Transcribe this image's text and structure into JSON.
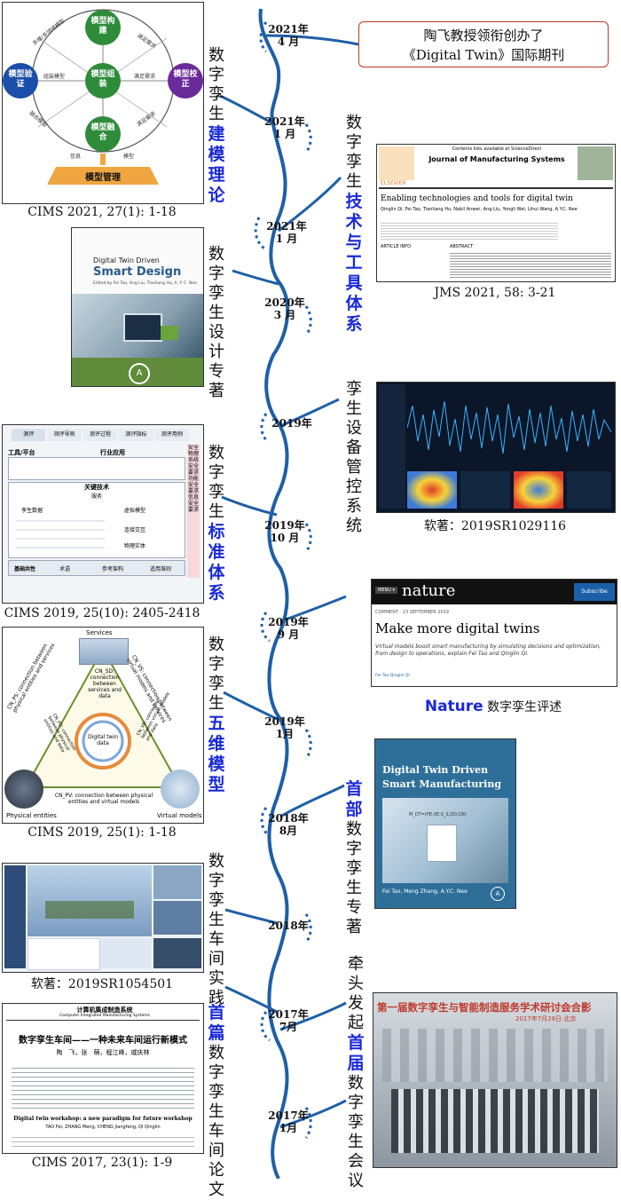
{
  "timeline": {
    "dates": [
      {
        "year": "2021年",
        "month": "4 月"
      },
      {
        "year": "2021年",
        "month": "1 月"
      },
      {
        "year": "2021年",
        "month": "1 月"
      },
      {
        "year": "2020年",
        "month": "3 月"
      },
      {
        "year": "2019年",
        "month": ""
      },
      {
        "year": "2019年",
        "month": "10 月"
      },
      {
        "year": "2019年",
        "month": "9 月"
      },
      {
        "year": "2019年",
        "month": "1月"
      },
      {
        "year": "2018年",
        "month": "8月"
      },
      {
        "year": "2018年",
        "month": ""
      },
      {
        "year": "2017年",
        "month": "7月"
      },
      {
        "year": "2017年",
        "month": "1月"
      }
    ]
  },
  "left": {
    "modeling": {
      "label_pre": "数字孪生",
      "label_hl": "建模理论",
      "caption": "CIMS 2021, 27(1): 1-18",
      "nodes": {
        "build": "模型构建",
        "verify": "模型验证",
        "correct": "模型校正",
        "assemble": "模型组装",
        "fuse": "模型融合",
        "manage": "模型管理"
      },
      "edges": {
        "e1": "多维/多领域模型",
        "e2": "满足需求",
        "e3": "组装模型",
        "e4": "满足需求",
        "e5": "融合模型",
        "e6": "满足需求",
        "e7": "信息",
        "e8": "模型"
      }
    },
    "design_book": {
      "title_line1": "Digital Twin Driven",
      "title_line2": "Smart Design",
      "authors": "Edited by Fei Tao, Ang Liu, Tianliang Hu, A. Y. C. Nee",
      "label": "数字孪生设计专著"
    },
    "standard": {
      "label_pre": "数字孪生",
      "label_hl": "标准体系",
      "caption": "CIMS 2019, 25(10): 2405-2418",
      "top_tabs": [
        "测评",
        "测评导则",
        "测评过程",
        "测评指标",
        "测评用例"
      ],
      "side_col": "安全 物理系统安全要求 功能安全要求 信息安全要求",
      "tools": "工具/平台",
      "industry": "行业应用",
      "service": "服务",
      "key_tech": "关键技术",
      "twin_data": "孪生数据",
      "twin_model": "虚拟模型",
      "connect": "连接交互",
      "physical": "物理实体",
      "basic": "基础共性",
      "basic_items": [
        "术语",
        "参考架构",
        "适用准则"
      ]
    },
    "five_dim": {
      "label_pre": "数字孪生",
      "label_hl": "五维模型",
      "caption": "CIMS 2019, 25(1): 1-18",
      "services": "Services",
      "center": "Digital twin data",
      "cn_sd": "CN_SD: connection between services and data",
      "cn_ps": "CN_PS: connection between physical entities and services",
      "cn_vs": "CN_VS: connection between virtual models and services",
      "cn_pd": "CN_PD: connection between physical entities and data",
      "cn_vd": "CN_VD: connection between virtual models and data",
      "cn_pv": "CN_PV: connection between physical entities and virtual models",
      "physical": "Physical entities",
      "virtual": "Virtual models"
    },
    "workshop": {
      "label": "数字孪生车间实践",
      "caption": "软著：2019SR1054501"
    },
    "paper": {
      "label_hl": "首篇",
      "label_rest": "数字孪生车间论文",
      "caption": "CIMS 2017, 23(1): 1-9",
      "journal": "计算机集成制造系统",
      "journal_en": "Computer Integrated Manufacturing Systems",
      "title_cn": "数字孪生车间——一种未来车间运行新模式",
      "authors_cn": "陶　飞，张　萌，程江峰，戚庆林",
      "title_en": "Digital twin workshop: a new paradigm for future workshop",
      "authors_en": "TAO Fei, ZHANG Meng, CHENG Jiangfeng, QI Qinglin"
    }
  },
  "right": {
    "journal_box": {
      "line1": "陶飞教授领衔创办了",
      "line2": "《Digital Twin》国际期刊"
    },
    "tech": {
      "label_pre": "数字孪生",
      "label_hl": "技术与工具体系",
      "caption": "JMS 2021, 58: 3-21",
      "journal_header": "Contents lists available at ScienceDirect",
      "journal_name": "Journal of Manufacturing Systems",
      "publisher": "ELSEVIER",
      "paper_title": "Enabling technologies and tools for digital twin",
      "paper_authors": "Qinglin Qi, Fei Tao, Tianliang Hu, Nabil Anwer, Ang Liu, Yongli Wei, Lihui Wang, A.Y.C. Nee",
      "art_info": "ARTICLE INFO",
      "abstract": "ABSTRACT"
    },
    "monitoring": {
      "label": "孪生设备管控系统",
      "caption": "软著：2019SR1029116"
    },
    "nature": {
      "brand": "nature",
      "menu": "MENU ▾",
      "subscribe": "Subscribe",
      "meta": "COMMENT · 23 SEPTEMBER 2019",
      "headline": "Make more digital twins",
      "standfirst": "Virtual models boost smart manufacturing by simulating decisions and optimization, from design to operations, explain Fei Tao and Qinglin Qi.",
      "authors": "Fei Tao  Qinglin Qi",
      "caption_hl": "Nature",
      "caption_rest": "数字孪生评述"
    },
    "mfg_book": {
      "title_line1": "Digital Twin Driven",
      "title_line2": "Smart Manufacturing",
      "authors": "Fei Tao, Meng Zhang, A.Y.C. Nee",
      "formula": "M_DT=(PE,VE,S_S,DD,CN)",
      "label_hl": "首部",
      "label_rest": "数字孪生专著"
    },
    "conference": {
      "label_pre": "牵头发起",
      "label_hl": "首届",
      "label_rest": "数字孪生会议",
      "banner": "第一届数字孪生与智能制造服务学术研讨会合影",
      "date": "2017年7月26日·北京"
    }
  },
  "colors": {
    "timeline": "#1f5fa8",
    "highlight": "#1a2ad6",
    "verify": "#1a4ea8",
    "correct": "#6a2a9a",
    "green": "#2e8b3a",
    "manage": "#f0a640"
  }
}
